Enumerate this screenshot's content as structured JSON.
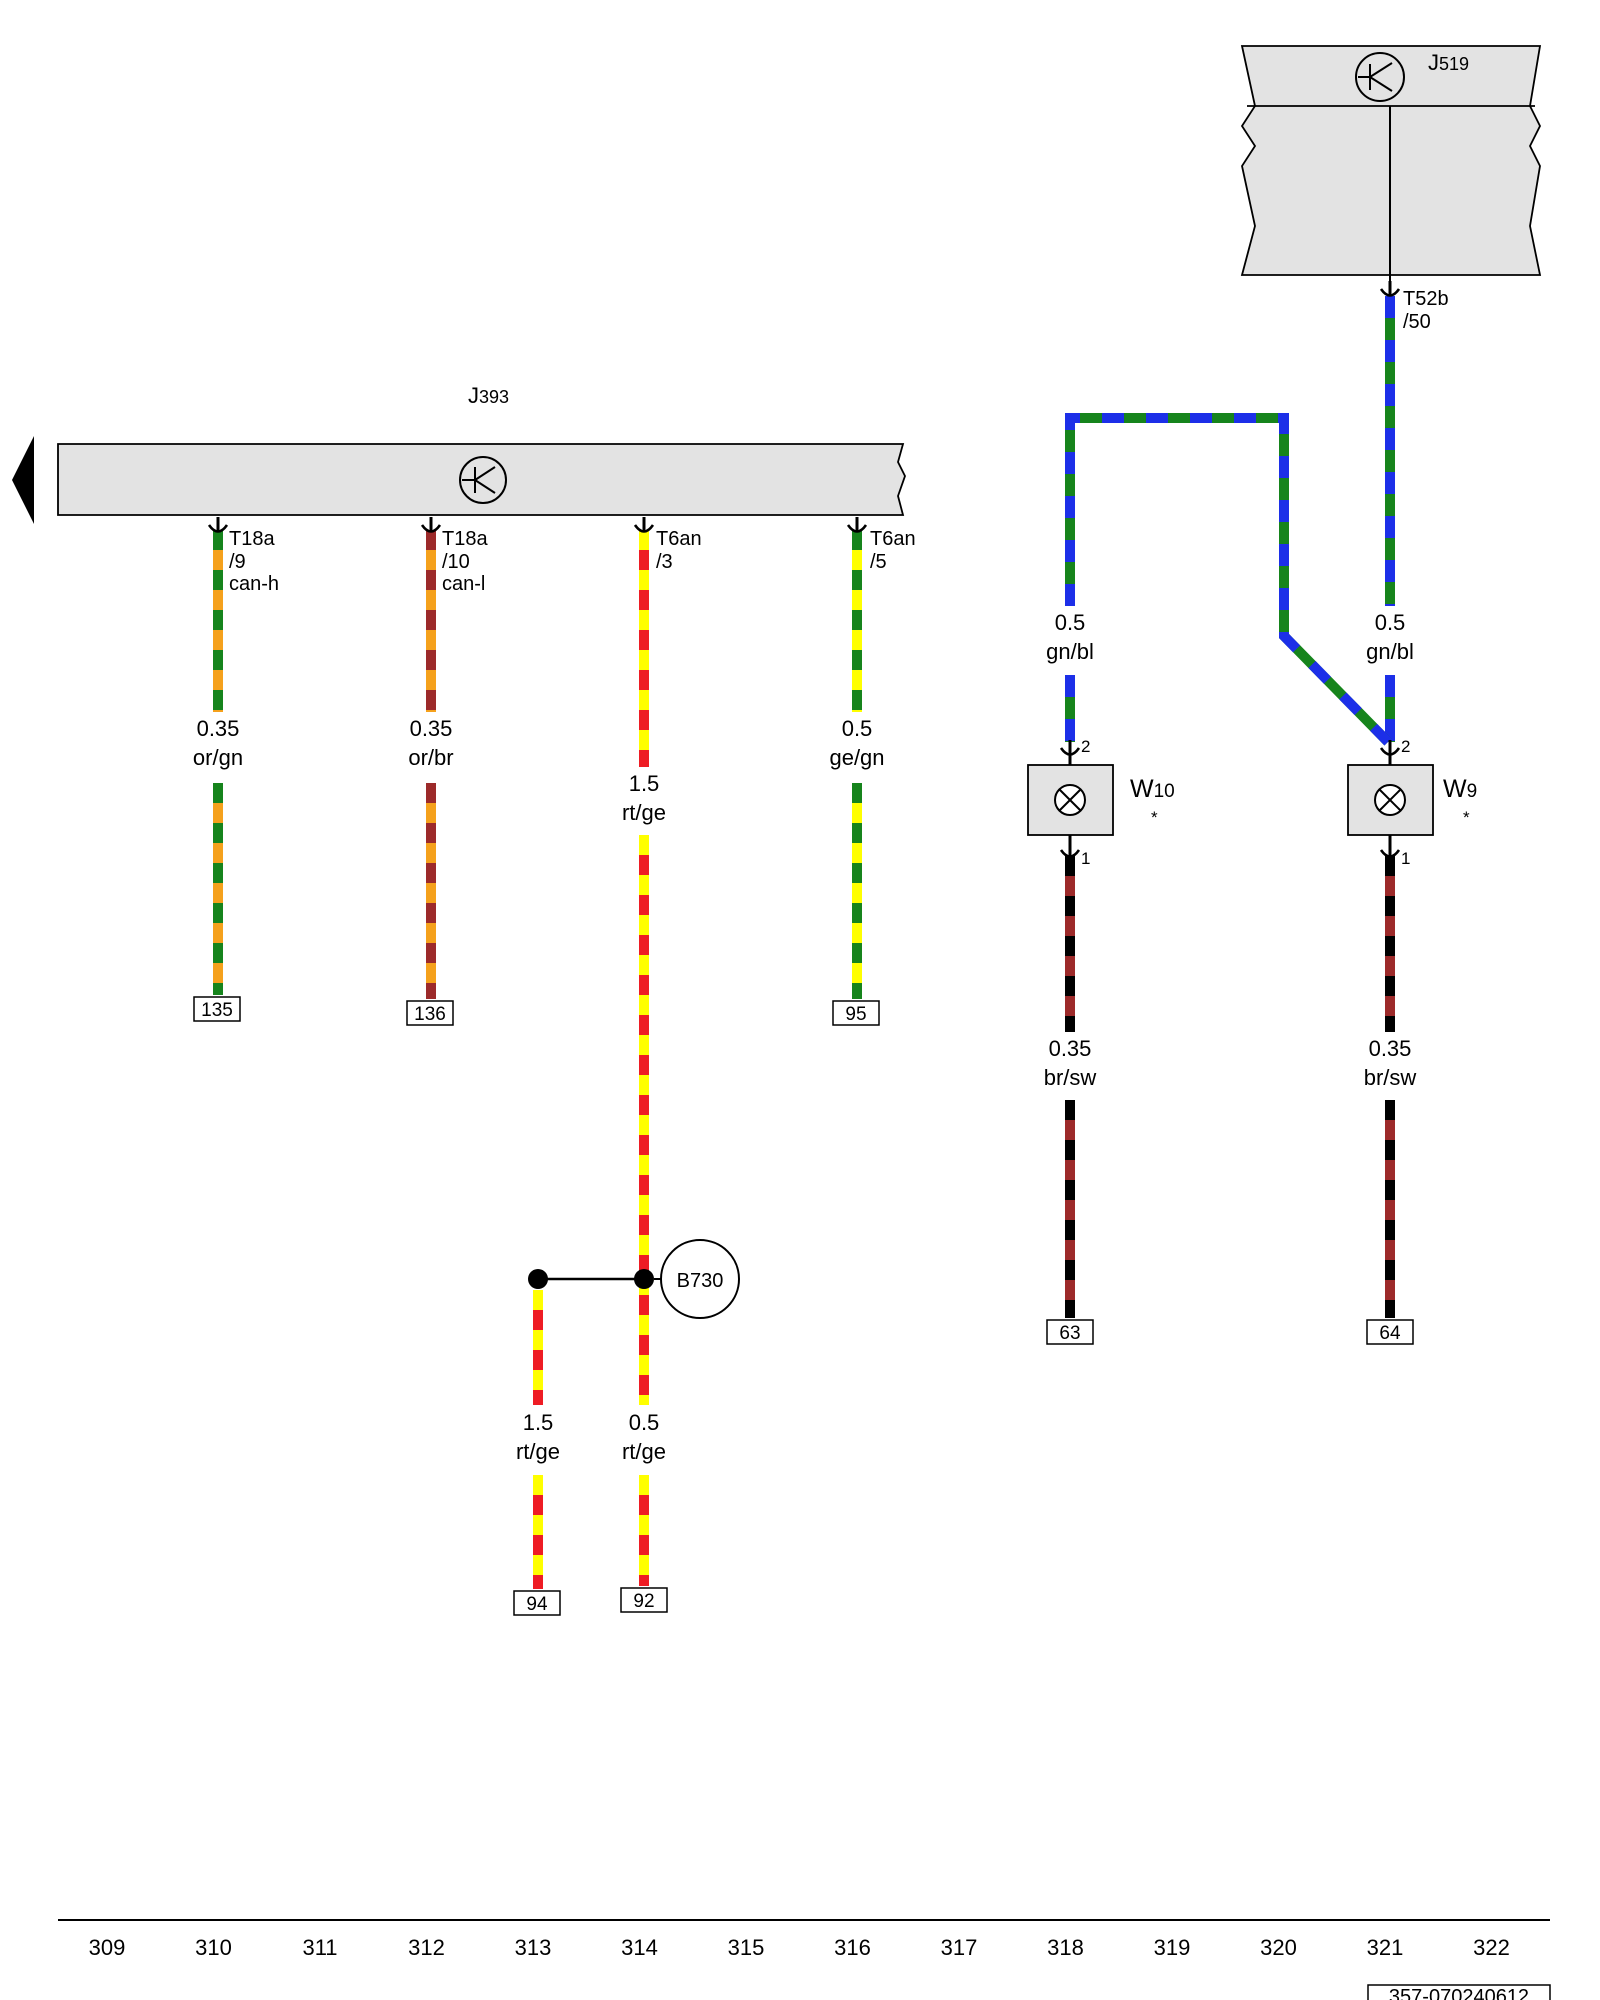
{
  "components": {
    "j393": {
      "main": "J",
      "sub": "393"
    },
    "j519": {
      "main": "J",
      "sub": "519"
    },
    "w10": {
      "main": "W",
      "sub": "10",
      "note": "*"
    },
    "w9": {
      "main": "W",
      "sub": "9",
      "note": "*"
    },
    "b730": {
      "label": "B730"
    }
  },
  "connectors": {
    "c1": {
      "name": "T18a",
      "pin": "/9",
      "signal": "can-h"
    },
    "c2": {
      "name": "T18a",
      "pin": "/10",
      "signal": "can-l"
    },
    "c3": {
      "name": "T6an",
      "pin": "/3"
    },
    "c4": {
      "name": "T6an",
      "pin": "/5"
    },
    "c5": {
      "name": "T52b",
      "pin": "/50"
    },
    "w10_pin_top": "2",
    "w10_pin_bottom": "1",
    "w9_pin_top": "2",
    "w9_pin_bottom": "1"
  },
  "wires": {
    "or_gn": {
      "size": "0.35",
      "color": "or/gn"
    },
    "or_br": {
      "size": "0.35",
      "color": "or/br"
    },
    "rt_ge_main": {
      "size": "1.5",
      "color": "rt/ge"
    },
    "ge_gn": {
      "size": "0.5",
      "color": "ge/gn"
    },
    "gn_bl_left": {
      "size": "0.5",
      "color": "gn/bl"
    },
    "gn_bl_right": {
      "size": "0.5",
      "color": "gn/bl"
    },
    "br_sw_left": {
      "size": "0.35",
      "color": "br/sw"
    },
    "br_sw_right": {
      "size": "0.35",
      "color": "br/sw"
    },
    "rt_ge_branch": {
      "size": "1.5",
      "color": "rt/ge"
    },
    "rt_ge_lower": {
      "size": "0.5",
      "color": "rt/ge"
    }
  },
  "terminals": {
    "t135": "135",
    "t136": "136",
    "t95": "95",
    "t63": "63",
    "t64": "64",
    "t94": "94",
    "t92": "92"
  },
  "ruler": [
    "309",
    "310",
    "311",
    "312",
    "313",
    "314",
    "315",
    "316",
    "317",
    "318",
    "319",
    "320",
    "321",
    "322"
  ],
  "doc_id": "357-070240612",
  "colors": {
    "or": "#f5a11c",
    "gn": "#16841c",
    "br": "#9c2a2a",
    "rt": "#ee1c24",
    "ge": "#ffff00",
    "bl": "#1c2fe8",
    "sw": "#000000",
    "module_fill": "#e3e3e3"
  }
}
